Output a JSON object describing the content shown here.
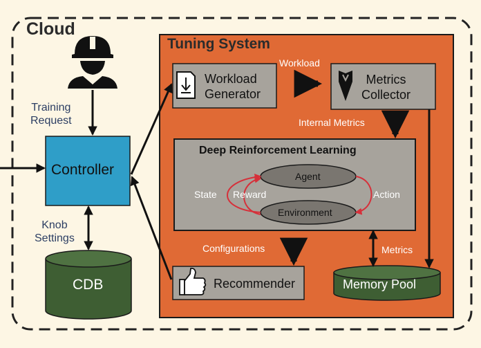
{
  "cloud": {
    "title": "Cloud"
  },
  "tuning_system": {
    "title": "Tuning System"
  },
  "left_labels": {
    "training_request_line1": "Training",
    "training_request_line2": "Request",
    "knob_settings_line1": "Knob",
    "knob_settings_line2": "Settings"
  },
  "controller": {
    "label": "Controller"
  },
  "cdb": {
    "label": "CDB"
  },
  "workload_generator": {
    "line1": "Workload",
    "line2": "Generator"
  },
  "metrics_collector": {
    "line1": "Metrics",
    "line2": "Collector"
  },
  "flow_labels": {
    "workload": "Workload",
    "internal_metrics": "Internal Metrics",
    "configurations": "Configurations",
    "metrics": "Metrics"
  },
  "drl": {
    "title": "Deep Reinforcement Learning",
    "agent": "Agent",
    "environment": "Environment",
    "state": "State",
    "reward": "Reward",
    "action": "Action"
  },
  "recommender": {
    "label": "Recommender"
  },
  "memory_pool": {
    "label": "Memory Pool"
  },
  "colors": {
    "background": "#fdf6e4",
    "tuning_system": "#e06a35",
    "controller": "#2f9ec8",
    "box_gray": "#a7a39c",
    "cylinder_green": "#3e5e33",
    "loop_red": "#d6303a"
  }
}
